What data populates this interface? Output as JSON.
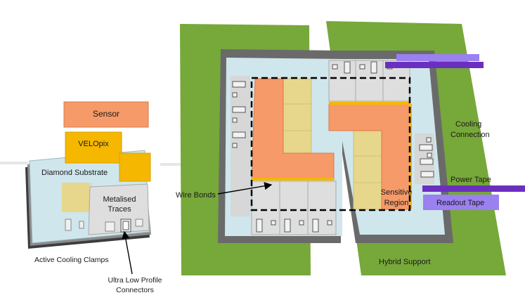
{
  "labels": {
    "sensor": "Sensor",
    "velopix": "VELOpix",
    "diamond_substrate": "Diamond Substrate",
    "metalised_line1": "Metalised",
    "metalised_line2": "Traces",
    "active_cooling_clamps": "Active Cooling Clamps",
    "ulp_line1": "Ultra Low Profile",
    "ulp_line2": "Connectors",
    "wire_bonds": "Wire Bonds",
    "sensitive_line1": "Sensitive",
    "sensitive_line2": "Region",
    "cooling_line1": "Cooling",
    "cooling_line2": "Connection",
    "power_tape": "Power Tape",
    "readout_tape": "Readout Tape",
    "hybrid_support": "Hybrid Support"
  },
  "colors": {
    "hybrid_green": "#77a83a",
    "frame_grey": "#6a6a6a",
    "substrate_blue": "#cfe6ec",
    "sensor_orange": "#f59a68",
    "velopix_yellow": "#f5b700",
    "chip_tan": "#e6d78c",
    "trace_grey": "#dedede",
    "tape_purple": "#6b2fbf",
    "readout_lilac": "#9b80f0"
  }
}
